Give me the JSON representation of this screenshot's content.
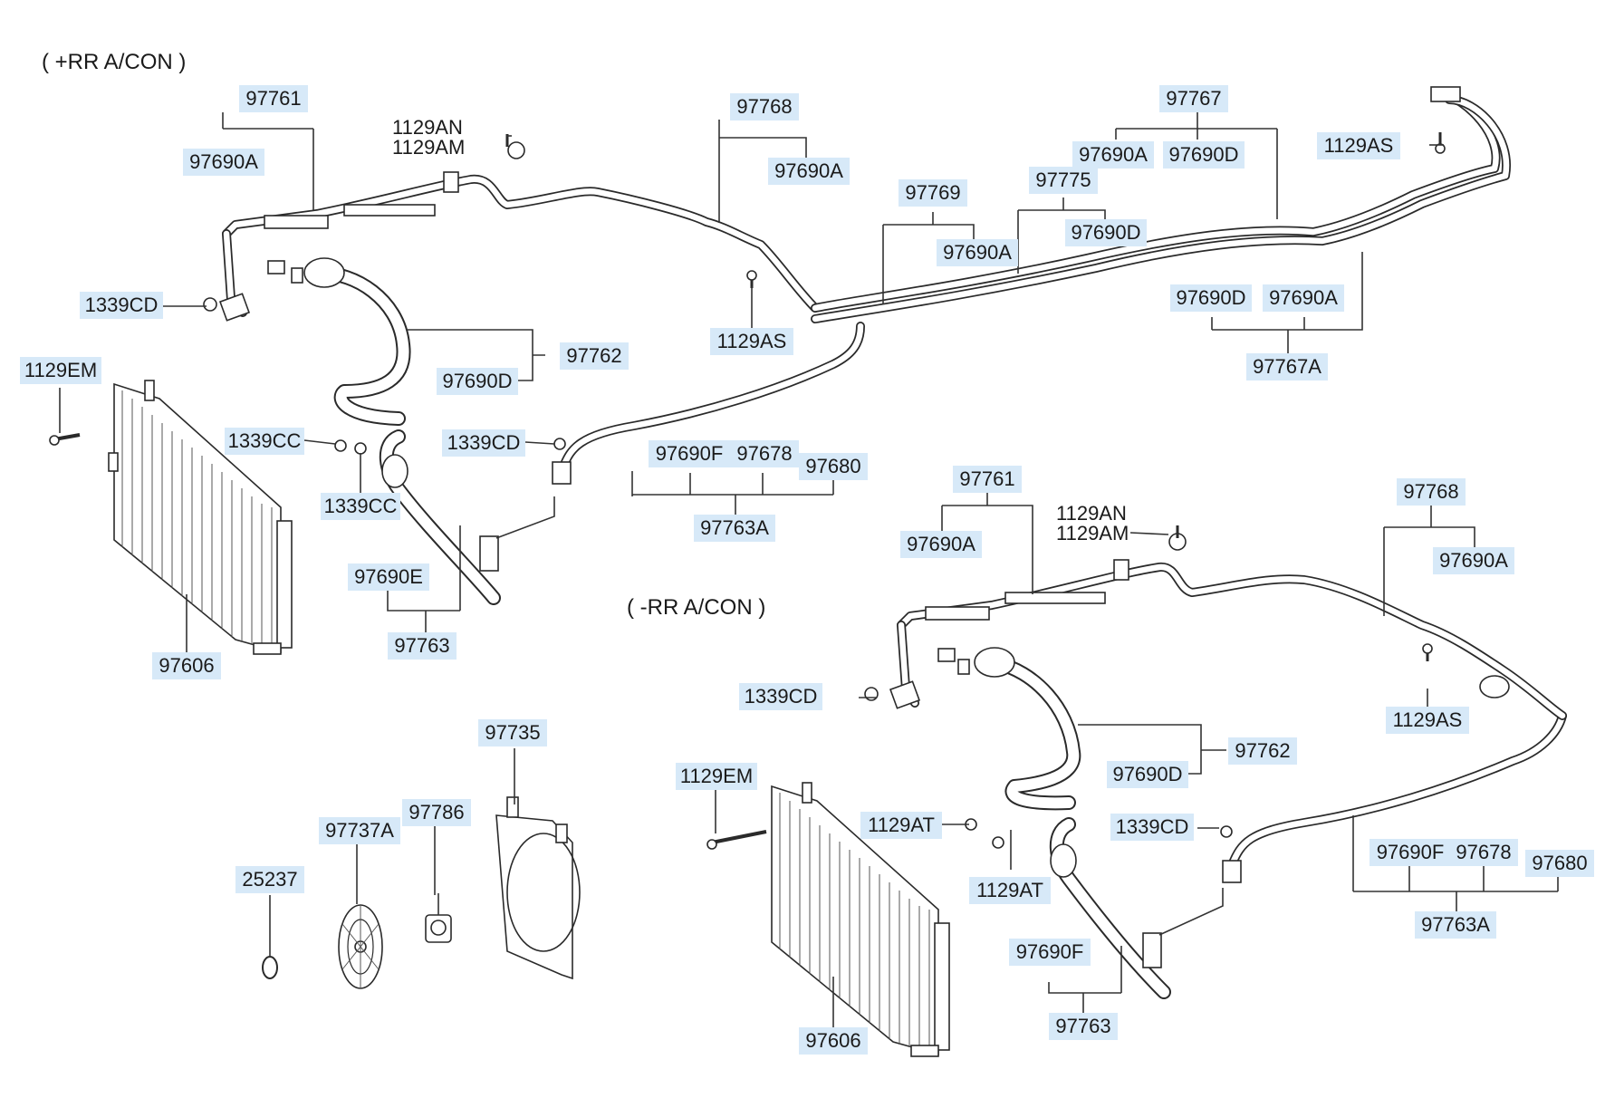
{
  "sections": {
    "with_rear_ac": "( +RR A/CON )",
    "without_rear_ac": "( -RR A/CON )"
  },
  "labels": {
    "a_97761": "97761",
    "a_97690A_1": "97690A",
    "a_1129AN": "1129AN",
    "a_1129AM": "1129AM",
    "a_97768": "97768",
    "a_97690A_2": "97690A",
    "a_97767": "97767",
    "a_97690A_3": "97690A",
    "a_97690D_1": "97690D",
    "a_1129AS_1": "1129AS",
    "a_97769": "97769",
    "a_97775": "97775",
    "a_97690A_4": "97690A",
    "a_97690D_2": "97690D",
    "a_1339CD_1": "1339CD",
    "a_1129AS_2": "1129AS",
    "a_97690D_3": "97690D",
    "a_97690A_5": "97690A",
    "a_97767A": "97767A",
    "a_1129EM": "1129EM",
    "a_97762": "97762",
    "a_97690D_4": "97690D",
    "a_1339CC_1": "1339CC",
    "a_1339CD_2": "1339CD",
    "a_1339CC_2": "1339CC",
    "a_97690F": "97690F",
    "a_97678": "97678",
    "a_97680": "97680",
    "a_97763A": "97763A",
    "a_97690E": "97690E",
    "a_97763": "97763",
    "a_97606": "97606",
    "b_97761": "97761",
    "b_97690A_1": "97690A",
    "b_1129AN": "1129AN",
    "b_1129AM": "1129AM",
    "b_97768": "97768",
    "b_97690A_2": "97690A",
    "b_1339CD_1": "1339CD",
    "b_1129AS": "1129AS",
    "b_97762": "97762",
    "b_97690D": "97690D",
    "b_1129EM": "1129EM",
    "b_1129AT_1": "1129AT",
    "b_1129AT_2": "1129AT",
    "b_1339CD_2": "1339CD",
    "b_97690F_1": "97690F",
    "b_97678": "97678",
    "b_97680": "97680",
    "b_97763A": "97763A",
    "b_97690F_2": "97690F",
    "b_97763": "97763",
    "b_97606": "97606",
    "c_97735": "97735",
    "c_97786": "97786",
    "c_97737A": "97737A",
    "c_25237": "25237"
  }
}
